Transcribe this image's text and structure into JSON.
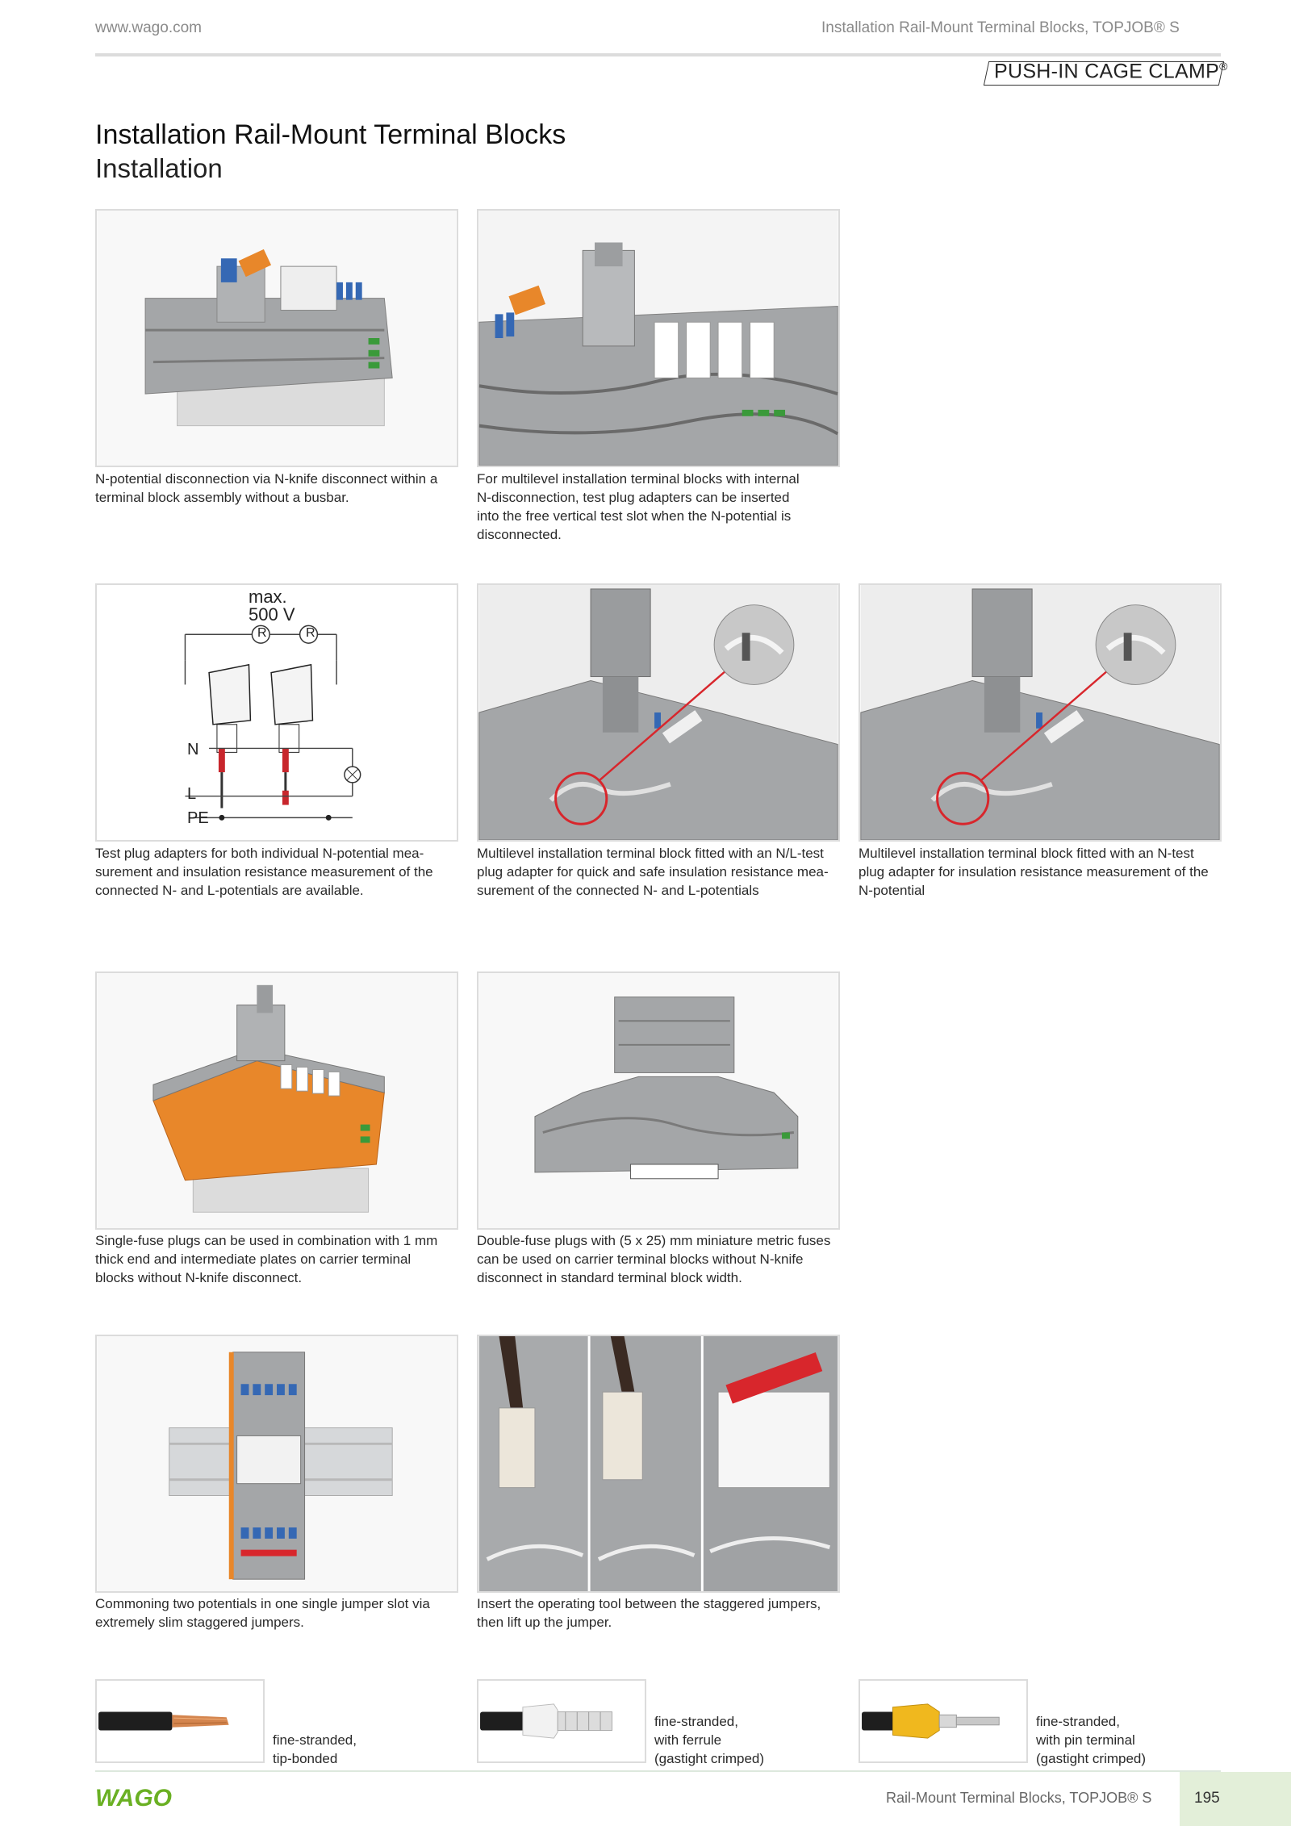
{
  "header": {
    "website": "www.wago.com",
    "section": "Installation Rail-Mount Terminal Blocks, TOPJOB® S",
    "brand": "PUSH-IN CAGE CLAMP",
    "brand_mark": "®"
  },
  "title": {
    "main": "Installation Rail-Mount Terminal Blocks",
    "sub": "Installation"
  },
  "diagram": {
    "voltage_max": "max.",
    "voltage_value": "500 V",
    "resistor": "R",
    "line_n": "N",
    "line_l": "L",
    "line_pe": "PE"
  },
  "captions": [
    "N-potential disconnection via N-knife disconnect within a\nterminal block assembly without a busbar.",
    "For multilevel installation terminal blocks with internal\nN-disconnection, test plug adapters can be inserted\ninto the free vertical test slot when the N-potential is\ndisconnected.",
    "Test plug adapters for both individual N-potential mea-\nsurement and insulation resistance measurement of the\nconnected N- and L-potentials are available.",
    "Multilevel installation terminal block fitted with an N/L-test\nplug adapter for quick and safe insulation resistance mea-\nsurement of the connected N- and L-potentials",
    "Multilevel installation terminal block fitted with an N-test\nplug adapter for insulation resistance measurement of the\nN-potential",
    "Single-fuse plugs can be used in combination with 1 mm\nthick end and intermediate plates on carrier terminal\nblocks without N-knife disconnect.",
    "Double-fuse plugs with (5 x 25) mm miniature metric fuses\ncan be used on carrier terminal blocks without N-knife\ndisconnect in standard terminal block width.",
    "Commoning two potentials in one single jumper slot via\nextremely slim staggered jumpers.",
    "Insert the operating tool between the staggered jumpers,\nthen lift up the jumper."
  ],
  "conductors": [
    {
      "label": "fine-stranded,\ntip-bonded",
      "icon": "tip-bonded-wire-icon"
    },
    {
      "label": "fine-stranded,\nwith ferrule\n(gastight crimped)",
      "icon": "ferrule-wire-icon"
    },
    {
      "label": "fine-stranded,\nwith pin terminal\n(gastight crimped)",
      "icon": "pin-terminal-wire-icon"
    }
  ],
  "footer": {
    "logo": "WAGO",
    "section": "Rail-Mount Terminal Blocks, TOPJOB® S",
    "page_number": "195"
  },
  "colors": {
    "wago_green": "#6ab023",
    "terminal_gray": "#a4a6a8",
    "accent_orange": "#e8872a",
    "accent_blue": "#3568b4",
    "highlight_red": "#d8262c",
    "page_tab": "#e3efd9"
  }
}
